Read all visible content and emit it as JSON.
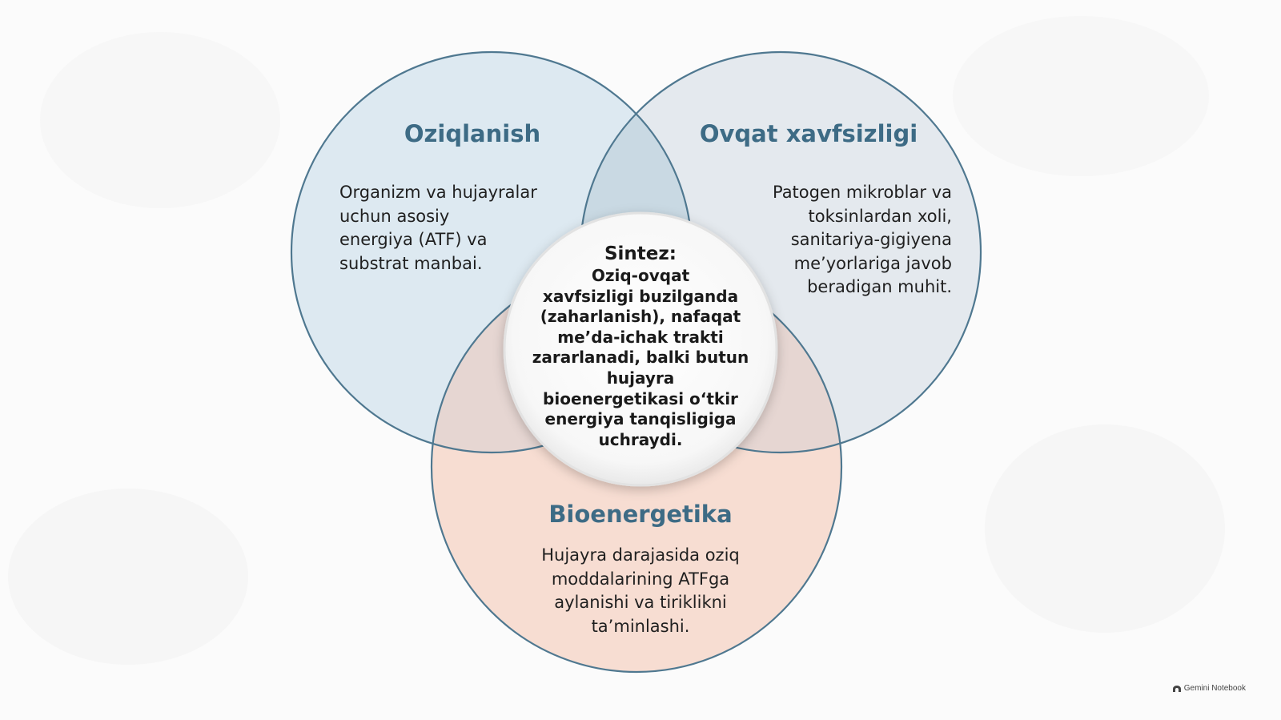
{
  "colors": {
    "circle_left_fill": "#dde9f1",
    "circle_right_fill": "#e4e9ee",
    "circle_bottom_fill": "#f7ddd2",
    "overlap_top": "#c9d9e3",
    "overlap_bottom": "#e6d6d2",
    "stroke": "#4f7890",
    "title": "#3d6b85"
  },
  "diagram": {
    "circles": [
      {
        "title": "Oziqlanish",
        "text": "Organizm va hujayralar\nuchun asosiy\nenergiya (ATF) va\nsubstrat manbai."
      },
      {
        "title": "Ovqat xavfsizligi",
        "text": "Patogen mikroblar va\ntoksinlardan xoli,\nsanitariya-gigiyena\nme’yorlariga javob\nberadigan muhit."
      },
      {
        "title": "Bioenergetika",
        "text": "Hujayra darajasida oziq\nmoddalarining ATFga\naylanishi va tiriklikni\nta’minlashi."
      }
    ],
    "center": {
      "title": "Sintez:",
      "text": "Oziq-ovqat\nxavfsizligi buzilganda\n(zaharlanish), nafaqat\nme’da-ichak trakti\nzararlanadi, balki butun\nhujayra\nbioenergetikasi o‘tkir\nenergiya tanqisligiga\nuchraydi."
    }
  },
  "brand": {
    "icon": "notebook-icon",
    "label": "Gemini Notebook"
  }
}
